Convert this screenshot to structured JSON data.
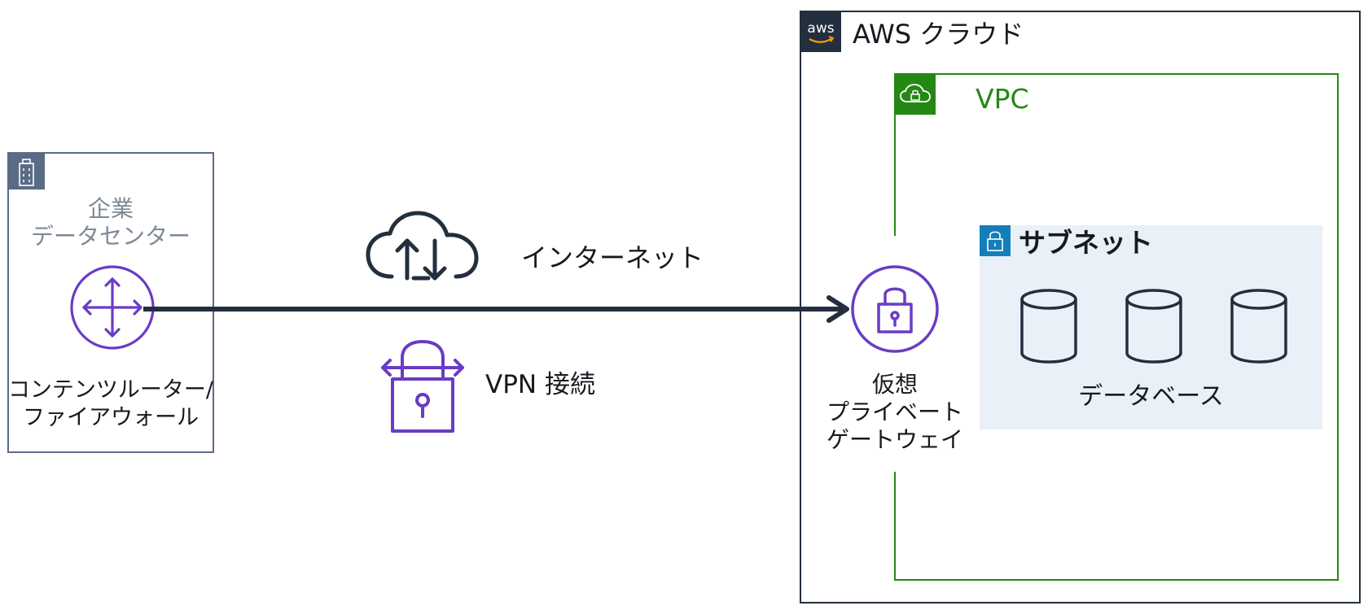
{
  "datacenter": {
    "title": "企業\nデータセンター",
    "device_label": "コンテンツルーター/\nファイアウォール"
  },
  "internet": {
    "label": "インターネット"
  },
  "vpn": {
    "label": "VPN 接続"
  },
  "aws": {
    "title": "AWS クラウド",
    "logo_text": "aws"
  },
  "vpc": {
    "title": "VPC"
  },
  "gateway": {
    "label": "仮想\nプライベート\nゲートウェイ"
  },
  "subnet": {
    "title": "サブネット",
    "db_label": "データベース"
  },
  "colors": {
    "dark": "#232f3e",
    "purple": "#693cc5",
    "vpc_green": "#248814",
    "subnet_blue": "#147eba",
    "subnet_fill": "#e9f0f7",
    "dc_gray": "#5a6b86",
    "dc_text": "#7d8998"
  },
  "icons": [
    "building-icon",
    "router-icon",
    "cloud-upload-download-icon",
    "padlock-arrows-icon",
    "aws-logo-icon",
    "vpc-cloud-lock-icon",
    "vpn-gateway-icon",
    "subnet-lock-icon",
    "database-icon"
  ]
}
